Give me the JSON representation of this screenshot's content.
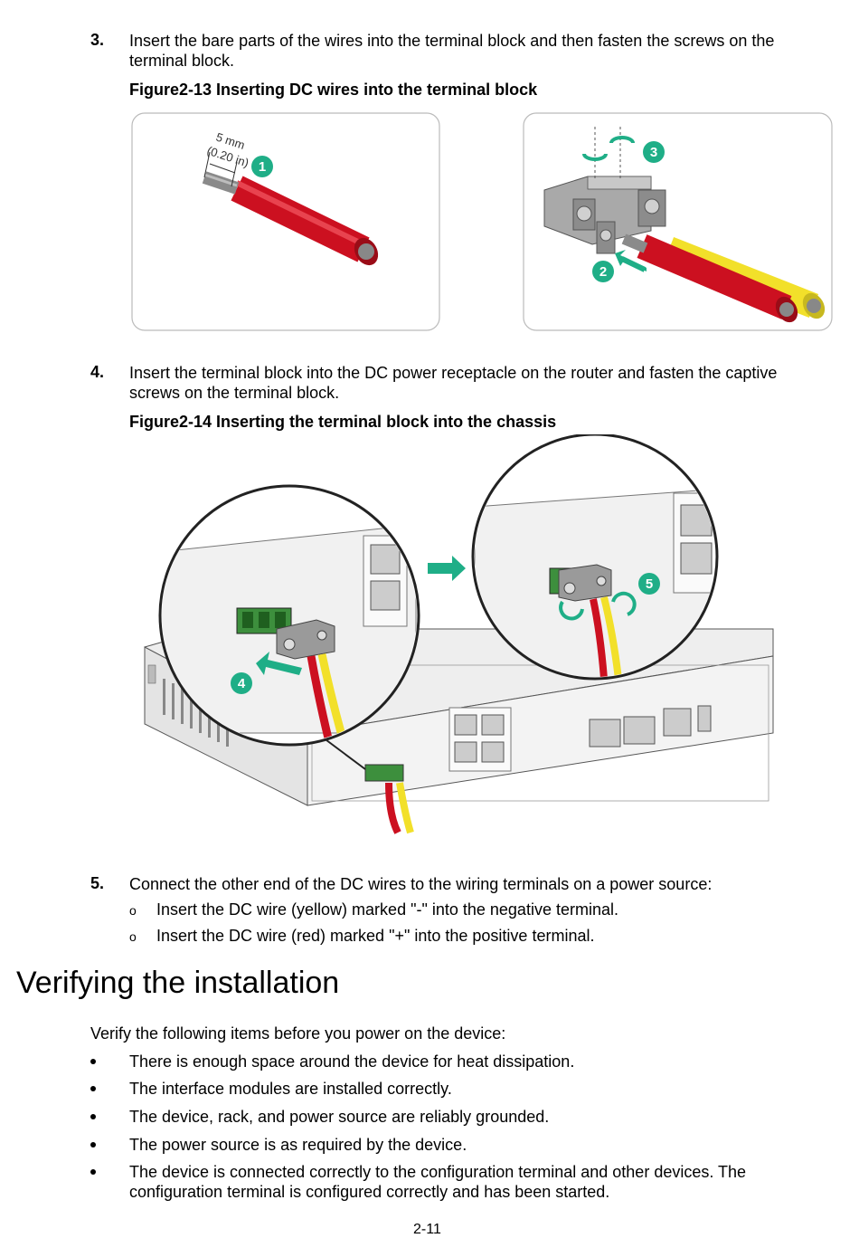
{
  "step3": {
    "num": "3.",
    "text": "Insert the bare parts of the wires into the terminal block and then fasten the screws on the terminal block."
  },
  "fig13": {
    "caption": "Figure2-13 Inserting DC wires into the terminal block",
    "dim_mm": "5 mm",
    "dim_in": "(0.20 in)",
    "callouts": [
      "1",
      "2",
      "3"
    ]
  },
  "step4": {
    "num": "4.",
    "text": "Insert the terminal block into the DC power receptacle on the router and fasten the captive screws on the terminal block."
  },
  "fig14": {
    "caption": "Figure2-14 Inserting the terminal block into the chassis",
    "callouts": [
      "4",
      "5"
    ]
  },
  "step5": {
    "num": "5.",
    "text": "Connect the other end of the DC wires to the wiring terminals on a power source:",
    "sub_marker": "o",
    "subitems": [
      "Insert the DC wire (yellow) marked \"-\" into the negative terminal.",
      "Insert the DC wire (red) marked \"+\" into the positive terminal."
    ]
  },
  "verify": {
    "heading": "Verifying the installation",
    "intro": "Verify the following items before you power on the device:",
    "bullets": [
      "There is enough space around the device for heat dissipation.",
      "The interface modules are installed correctly.",
      "The device, rack, and power source are reliably grounded.",
      "The power source is as required by the device.",
      "The device is connected correctly to the configuration terminal and other devices. The configuration terminal is configured correctly and has been started."
    ]
  },
  "footer": {
    "page_number": "2-11"
  },
  "colors": {
    "callout_green": "#1fae87",
    "wire_red": "#cc1020",
    "wire_yellow": "#f2e02a",
    "terminal_gray": "#9a9a9a",
    "panel_border": "#bbbbbb"
  }
}
